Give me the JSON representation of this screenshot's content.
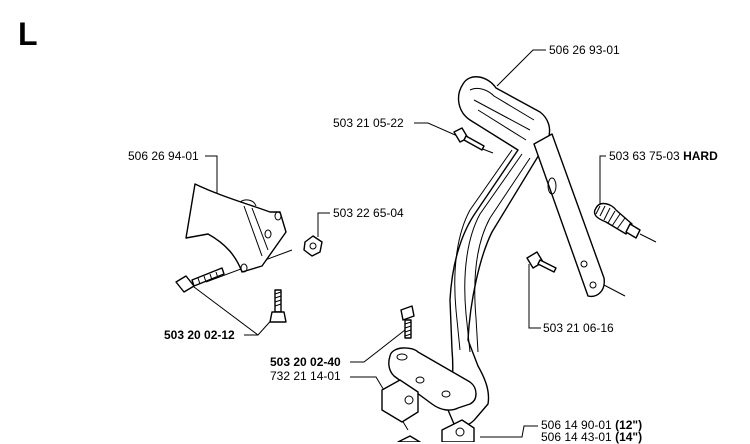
{
  "section_letter": "L",
  "parts": {
    "handle": "506 26 93-01",
    "screw_top": "503 21 05-22",
    "guard": "506 26 94-01",
    "nut": "503 22 65-04",
    "vibration_spring": "503 63 75-03",
    "vibration_spring_note": "HARD",
    "screws_guard": "503 20 02-12",
    "screw_side": "503 21 06-16",
    "screw_bracket": "503 20 02-40",
    "bracket": "732 21 14-01",
    "vibration_damper_12": "506 14 90-01",
    "vibration_damper_12_note": "(12\")",
    "vibration_damper_14": "506 14 43-01",
    "vibration_damper_14_note": "(14\")"
  }
}
